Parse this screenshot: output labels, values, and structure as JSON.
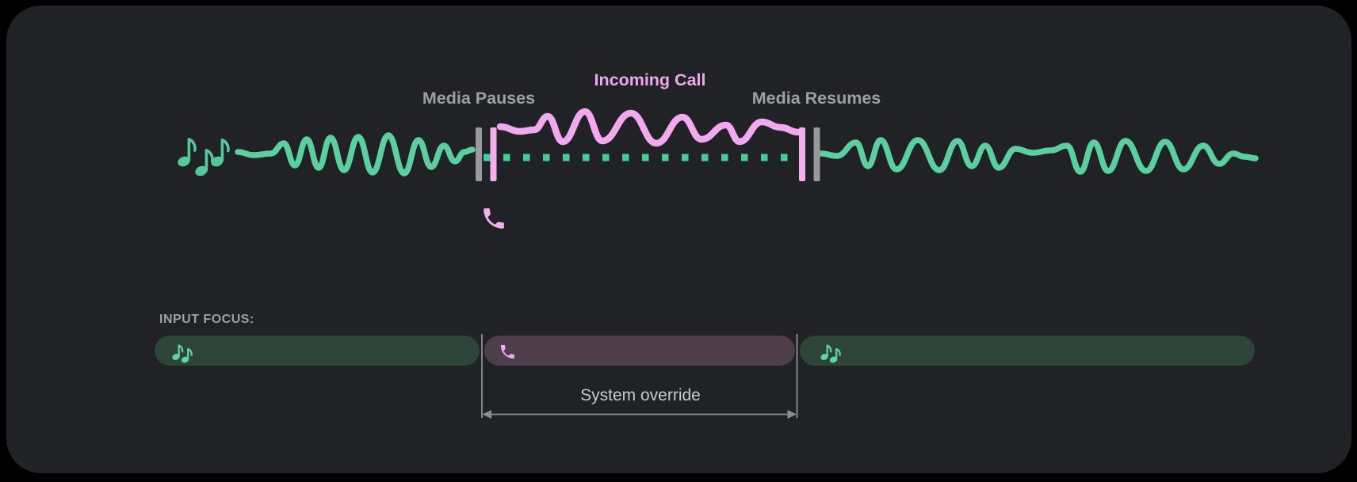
{
  "playback_timeline": {
    "media_pauses_label": "Media Pauses",
    "incoming_call_label": "Incoming Call",
    "media_resumes_label": "Media Resumes"
  },
  "input_focus": {
    "heading": "INPUT FOCUS:",
    "override_label": "System override",
    "segments": [
      {
        "id": "media-before-call",
        "icon": "music-notes-icon",
        "color": "#2d4539"
      },
      {
        "id": "incoming-call",
        "icon": "phone-icon",
        "color": "#4e3e4c"
      },
      {
        "id": "media-after-call",
        "icon": "music-notes-icon",
        "color": "#2d4539"
      }
    ]
  },
  "icons": {
    "music_notes": "music-notes-icon",
    "phone": "phone-icon"
  },
  "colors": {
    "page_background": "#000000",
    "card_background": "#212225",
    "media_green": "#5bcf9f",
    "media_green_soft": "#2d4539",
    "call_pink": "#f2a9f0",
    "call_purple_soft": "#4e3e4c",
    "marker_gray": "#97999e",
    "label_gray": "#9aa0a6",
    "annotation_text": "#c7cacd",
    "arrow_gray": "#8a8e93"
  }
}
